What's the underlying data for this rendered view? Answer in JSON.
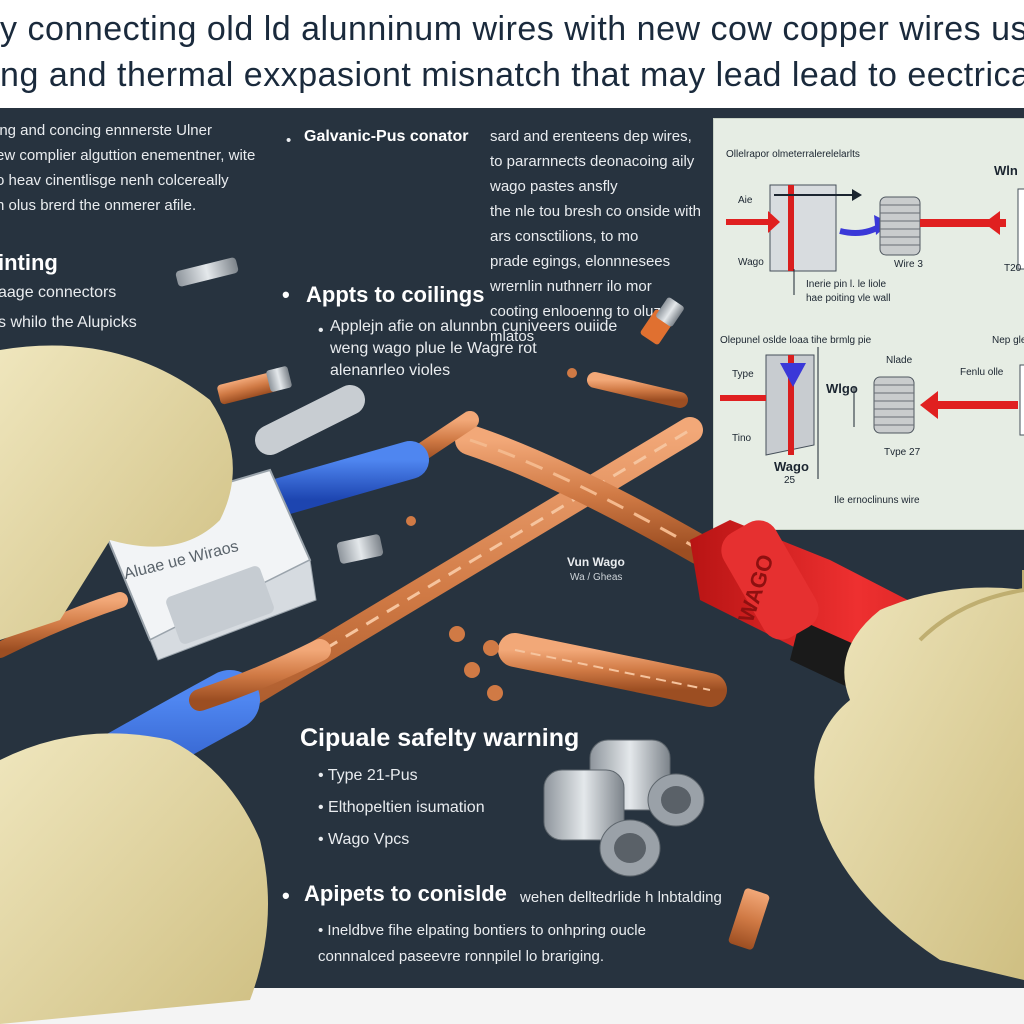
{
  "headline": {
    "line1": "ly connecting old ld alunninum wires  with new cow copper wires us",
    "line2": "ing  and  thermal  exxpasiont  misnatch  that  may lead lead to eectrical fires"
  },
  "left_column": {
    "paragraph": "ing and concing ennnerste Ulner\new complier alguttion enementner, wite\no heav cinentlisge nenh colcereally\nn olus brerd the onmerer afile.",
    "heading": "inting",
    "line1": "aage connectors",
    "line2": "s whilo the Alupicks"
  },
  "middle_column": {
    "section1_title": "Galvanic-Pus conator",
    "section1_text": "sard and erenteens dep wires,\nto pararnnects deonacoing aily wago pastes ansfly\nthe nle tou bresh co onside with ars consctilions,  to mo\nprade egings,  elonnnesees wrernlin nuthnerr ilo mor\ncooting  enlooenng to oluzal mlatos",
    "section2_title": "Appts to coilings",
    "section2_text": "Applejn afie on alunnbn cuniveers ouiide\nweng wago plue le Wagre rot\nalenanrleo violes"
  },
  "product_labels": {
    "connector_text": "Aluae ue Wiraos",
    "wago_tag_title": "Vun Wago",
    "wago_tag_sub": "Wa / Gheas",
    "red_tool_brand": "WAGO"
  },
  "warning": {
    "title": "Cipuale safelty  warning",
    "items": [
      "Type 21-Pus",
      "Elthopeltien isumation",
      "Wago Vpcs"
    ]
  },
  "consider": {
    "title": "Apipets to conislde",
    "title_tail": "wehen delltedrlide h lnbtalding",
    "text": "Ineldbve fihe elpating bontiers to onhpring oucle\nconnnalced paseevre ronnpilel lo brariging."
  },
  "diagram": {
    "top_caption": "Ollelrapor olmeterralerelelarlts",
    "top_right": "Wln",
    "label_a": "Aie",
    "label_wago": "Wago",
    "label_wire_b": "Wire 3",
    "label_right": "T20",
    "note_a": "Inerie pin l. le liole",
    "note_b": "hae poiting vle wall",
    "mid_caption": "Olepunel oslde loaa tihe brmlg pie",
    "mid_right": "Nep gle",
    "label_type": "Type",
    "label_tno": "Tino",
    "label_wgo": "Wlgo",
    "label_wago2": "Wago",
    "label_nlade": "Nlade",
    "label_fentu": "Fenlu olle",
    "label_tvg": "Tvpe 27",
    "label_25": "25",
    "bottom_caption": "Ile ernoclinuns wire"
  },
  "colors": {
    "panel_bg": "#27333f",
    "banner_bg": "#ffffff",
    "copper": "#d07a45",
    "copper_dark": "#9c4e22",
    "insulation_blue": "#2b5fd6",
    "tool_red": "#e02424",
    "glove": "#e6d9a5",
    "arrow_red": "#e02020",
    "arrow_blue": "#3a38d8"
  }
}
